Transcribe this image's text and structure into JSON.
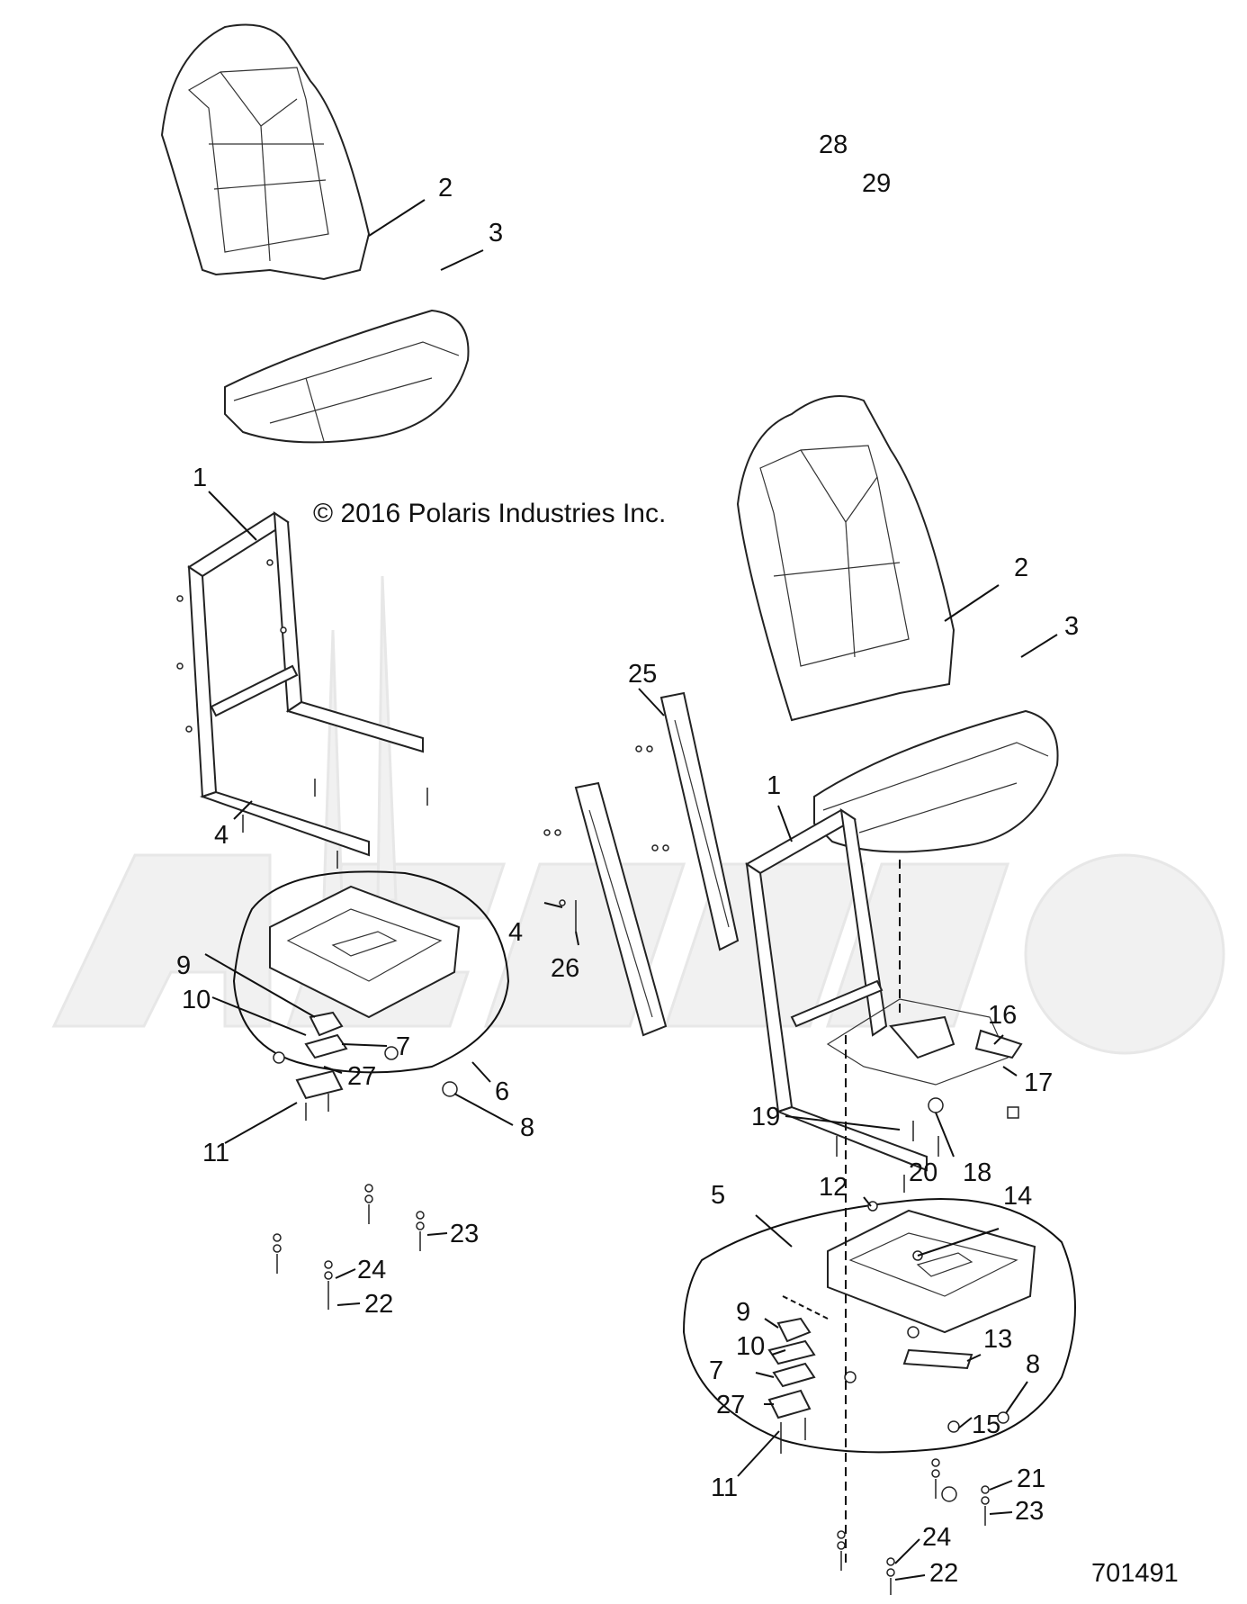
{
  "diagram": {
    "copyright": "© 2016 Polaris Industries Inc.",
    "diagram_number": "701491",
    "callouts": {
      "c28": "28",
      "c29": "29",
      "c2a": "2",
      "c3a": "3",
      "c1a": "1",
      "c4a": "4",
      "c9a": "9",
      "c10a": "10",
      "c7a": "7",
      "c27a": "27",
      "c6": "6",
      "c8a": "8",
      "c11a": "11",
      "c23a": "23",
      "c24a": "24",
      "c22a": "22",
      "c25": "25",
      "c4b": "4",
      "c26": "26",
      "c2b": "2",
      "c3b": "3",
      "c1b": "1",
      "c16": "16",
      "c17": "17",
      "c19": "19",
      "c20": "20",
      "c18": "18",
      "c5": "5",
      "c12": "12",
      "c14": "14",
      "c9b": "9",
      "c10b": "10",
      "c7b": "7",
      "c27b": "27",
      "c13": "13",
      "c8b": "8",
      "c15": "15",
      "c11b": "11",
      "c21": "21",
      "c23b": "23",
      "c24b": "24",
      "c22b": "22"
    }
  }
}
